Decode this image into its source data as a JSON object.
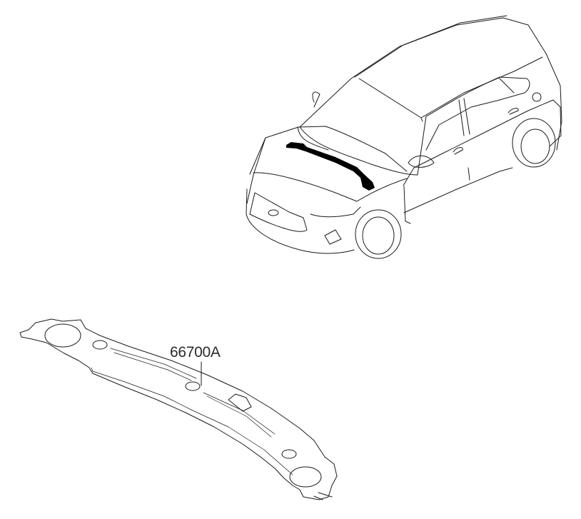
{
  "diagram": {
    "type": "auto-parts-exploded-view",
    "vehicle_view": {
      "description": "isometric line drawing of hatchback car with highlighted cowl panel location",
      "highlight_color": "#000000"
    },
    "part": {
      "callout_number": "66700A",
      "description": "cowl/dash upper panel line drawing"
    },
    "colors": {
      "line": "#1a1a1a",
      "background": "#ffffff",
      "label": "#2a2a2a"
    }
  }
}
